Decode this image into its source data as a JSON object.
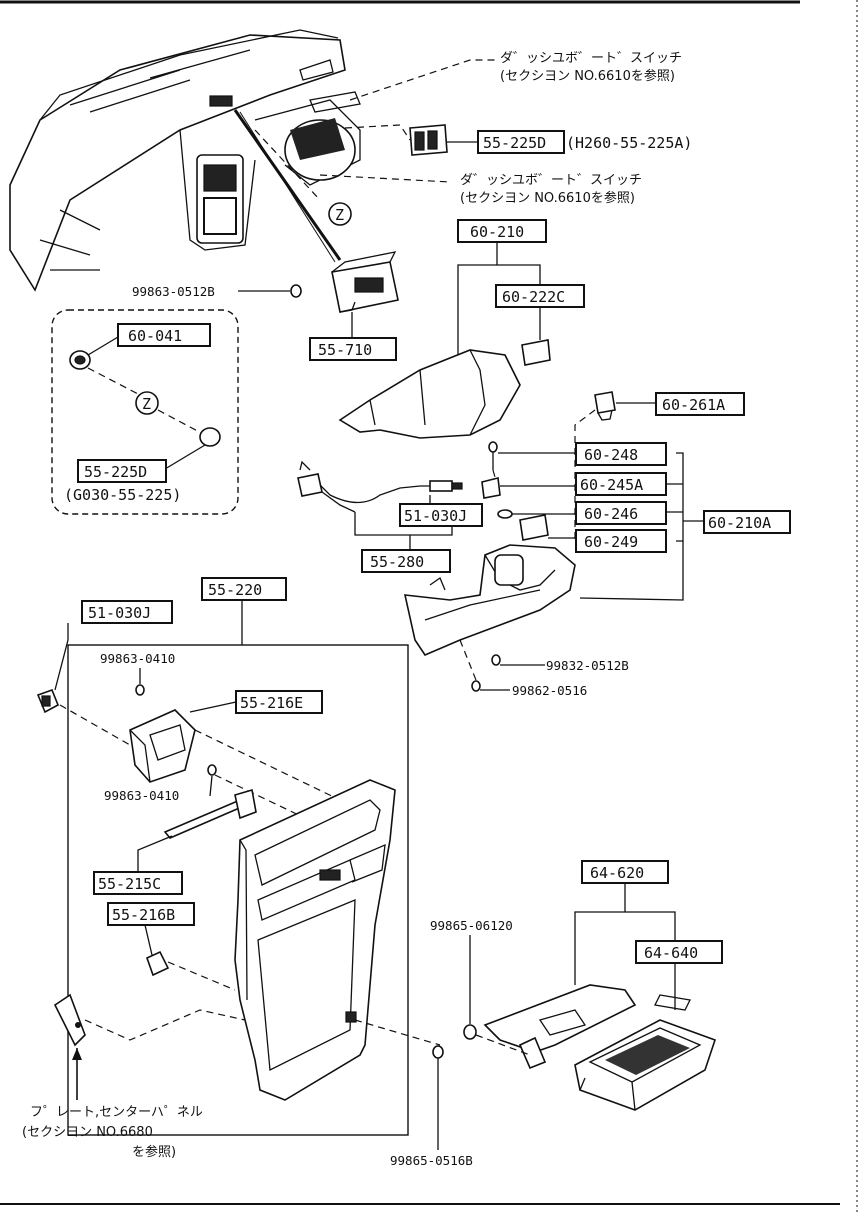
{
  "callouts": {
    "c_60_210": "60-210",
    "c_60_222C": "60-222C",
    "c_55_225D_top": "55-225D",
    "c_55_710": "55-710",
    "c_60_041": "60-041",
    "c_55_225D_inset": "55-225D",
    "c_60_261A": "60-261A",
    "c_60_248": "60-248",
    "c_60_245A": "60-245A",
    "c_60_246": "60-246",
    "c_60_249": "60-249",
    "c_60_210A": "60-210A",
    "c_51_030J_mid": "51-030J",
    "c_55_280": "55-280",
    "c_55_220": "55-220",
    "c_51_030J_left": "51-030J",
    "c_55_216E": "55-216E",
    "c_55_215C": "55-215C",
    "c_55_216B": "55-216B",
    "c_64_620": "64-620",
    "c_64_640": "64-640"
  },
  "part_numbers": {
    "p_99863_0512B": "99863-0512B",
    "p_99863_0410_a": "99863-0410",
    "p_99863_0410_b": "99863-0410",
    "p_99832_0512B": "99832-0512B",
    "p_99862_0516": "99862-0516",
    "p_99865_06120": "99865-06120",
    "p_99865_0516B": "99865-0516B"
  },
  "notes": {
    "dash_switch_1_line1": "ダ゛ッシユボ゛ート゛スイッチ",
    "dash_switch_1_line2": "(セクシヨン NO.6610を参照)",
    "code_H260": "(H260-55-225A)",
    "dash_switch_2_line1": "ダ゛ッシユボ゛ート゛スイッチ",
    "dash_switch_2_line2": "(セクシヨン NO.6610を参照)",
    "code_G030": "(G030-55-225)",
    "plate_line1": "フ゜レート,センターハ゜ネル",
    "plate_line2": "(セクシヨン NO.6680",
    "plate_line3": "を参照)"
  },
  "markers": {
    "z_top": "Z",
    "z_inset": "Z"
  }
}
